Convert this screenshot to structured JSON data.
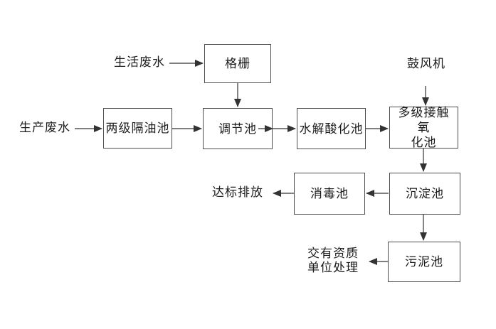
{
  "diagram": {
    "type": "flowchart",
    "subject": "wastewater-treatment-process",
    "colors": {
      "background": "#ffffff",
      "box_border": "#4d4d4d",
      "arrow": "#333333",
      "text": "#1c1c1c"
    },
    "nodes": {
      "grille": {
        "label": "格栅"
      },
      "two_stage_oil_separator": {
        "label": "两级隔油池"
      },
      "regulating_tank": {
        "label": "调节池"
      },
      "hydrolysis_acidification_tank": {
        "label": "水解酸化池"
      },
      "multi_stage_contact_oxidation_tank": {
        "label": "多级接触氧\n化池"
      },
      "sedimentation_tank": {
        "label": "沉淀池"
      },
      "disinfection_tank": {
        "label": "消毒池"
      },
      "sludge_tank": {
        "label": "污泥池"
      }
    },
    "annotations": {
      "domestic_wastewater": "生活废水",
      "production_wastewater": "生产废水",
      "blower": "鼓风机",
      "standard_discharge": "达标排放",
      "qualified_unit_disposal": "交有资质\n单位处理"
    },
    "edges": [
      {
        "from": "domestic_wastewater",
        "to": "grille"
      },
      {
        "from": "production_wastewater",
        "to": "two_stage_oil_separator"
      },
      {
        "from": "two_stage_oil_separator",
        "to": "regulating_tank"
      },
      {
        "from": "grille",
        "to": "regulating_tank"
      },
      {
        "from": "regulating_tank",
        "to": "hydrolysis_acidification_tank"
      },
      {
        "from": "hydrolysis_acidification_tank",
        "to": "multi_stage_contact_oxidation_tank"
      },
      {
        "from": "blower",
        "to": "multi_stage_contact_oxidation_tank"
      },
      {
        "from": "multi_stage_contact_oxidation_tank",
        "to": "sedimentation_tank"
      },
      {
        "from": "sedimentation_tank",
        "to": "disinfection_tank"
      },
      {
        "from": "disinfection_tank",
        "to": "standard_discharge"
      },
      {
        "from": "sedimentation_tank",
        "to": "sludge_tank"
      },
      {
        "from": "sludge_tank",
        "to": "qualified_unit_disposal"
      }
    ]
  }
}
